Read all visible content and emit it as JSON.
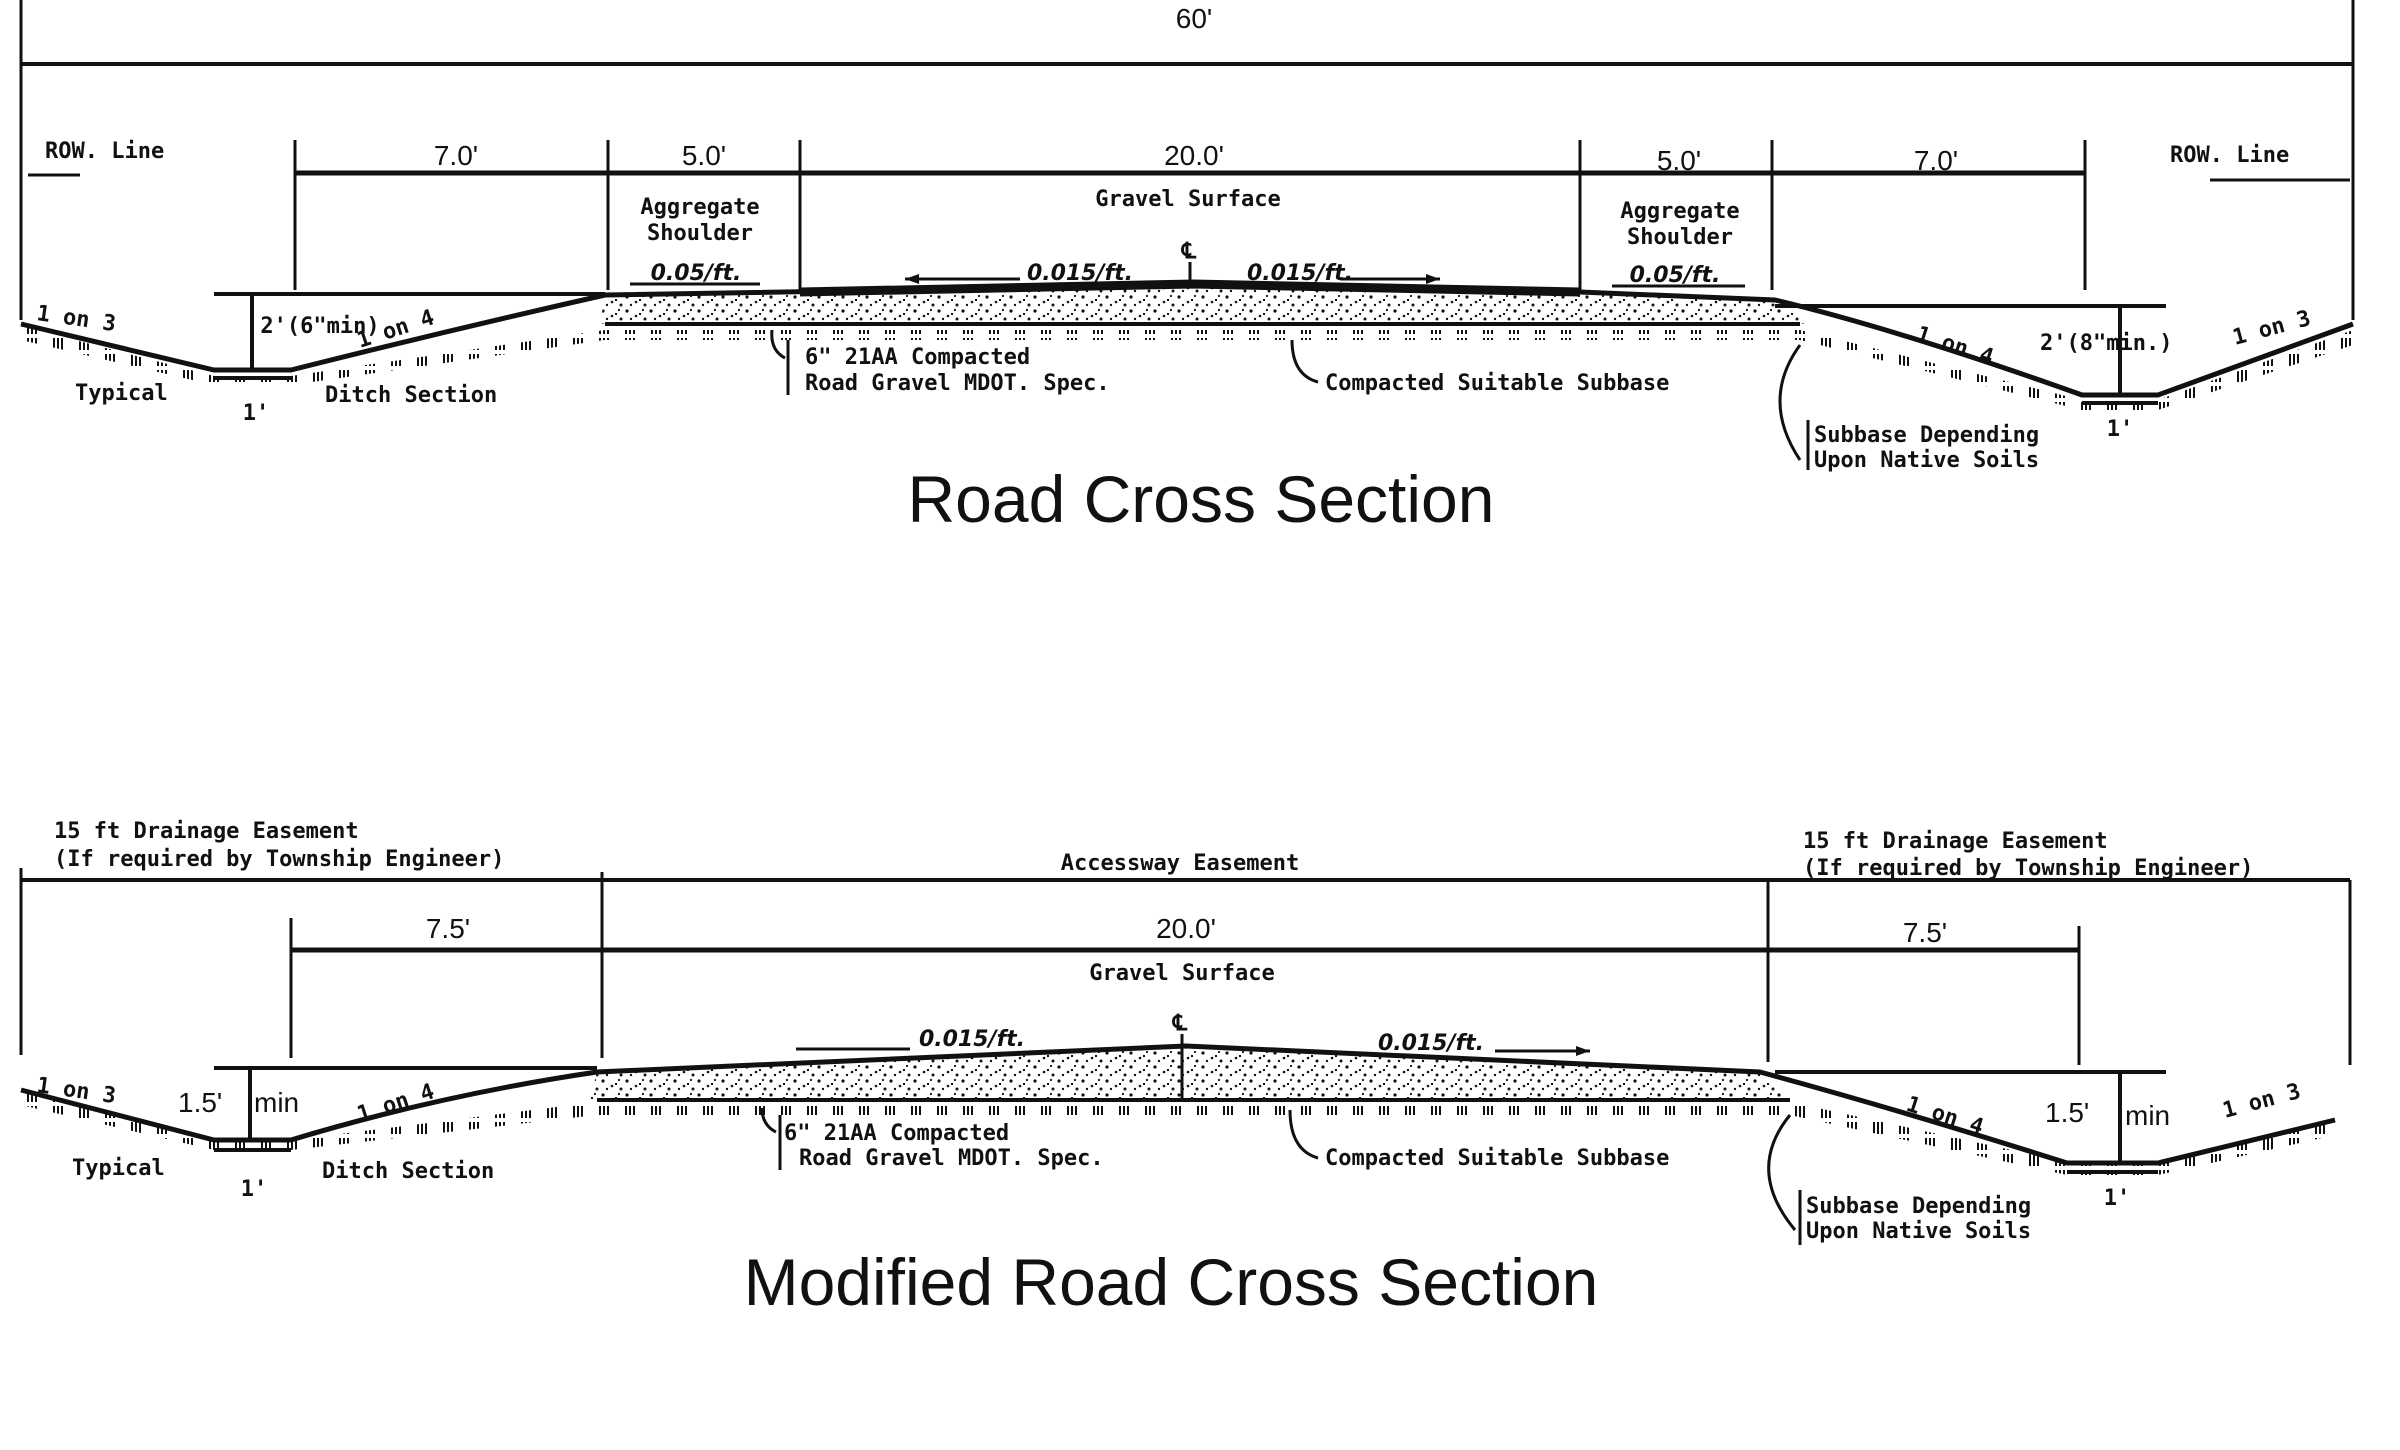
{
  "road_cross_section": {
    "title": "Road Cross Section",
    "overall_width": "60'",
    "row_line_left": "ROW. Line",
    "row_line_right": "ROW. Line",
    "dims": [
      "7.0'",
      "5.0'",
      "20.0'",
      "5.0'",
      "7.0'"
    ],
    "gravel_surface": "Gravel Surface",
    "aggregate_shoulder_l1": "Aggregate",
    "aggregate_shoulder_l2": "Shoulder",
    "shoulder_slope": "0.05/ft.",
    "crown_slope": "0.015/ft.",
    "centerline": "℄",
    "left_outer_slope": "1 on 3",
    "left_inner_slope": "1 on 4",
    "left_ditch_depth": "2'(6\"min)",
    "right_inner_slope": "1 on 4",
    "right_ditch_depth": "2'(8\"min.)",
    "right_outer_slope": "1 on 3",
    "ditch_typical": "Typical",
    "ditch_section": "Ditch Section",
    "ditch_bottom_width": "1'",
    "base_l1": "6\" 21AA Compacted",
    "base_l2": "Road Gravel MDOT. Spec.",
    "subbase": "Compacted Suitable Subbase",
    "native_l1": "Subbase Depending",
    "native_l2": "Upon Native Soils"
  },
  "modified_road_cross_section": {
    "title": "Modified Road Cross Section",
    "drainage_easement_left_l1": "15 ft Drainage Easement",
    "drainage_easement_left_l2": "(If required by Township Engineer)",
    "drainage_easement_right_l1": "15 ft Drainage Easement",
    "drainage_easement_right_l2": "(If required by Township Engineer)",
    "accessway_easement": "Accessway Easement",
    "dims": [
      "7.5'",
      "20.0'",
      "7.5'"
    ],
    "gravel_surface": "Gravel Surface",
    "crown_slope": "0.015/ft.",
    "centerline": "℄",
    "left_outer_slope": "1 on 3",
    "left_inner_slope": "1 on 4",
    "left_ditch_depth": "1.5'",
    "left_ditch_min": "min",
    "right_inner_slope": "1 on 4",
    "right_ditch_depth": "1.5'",
    "right_ditch_min": "min",
    "right_outer_slope": "1 on 3",
    "ditch_typical": "Typical",
    "ditch_section": "Ditch Section",
    "ditch_bottom_width": "1'",
    "base_l1": "6\" 21AA Compacted",
    "base_l2": "Road Gravel MDOT. Spec.",
    "subbase": "Compacted Suitable Subbase",
    "native_l1": "Subbase Depending",
    "native_l2": "Upon Native Soils"
  }
}
